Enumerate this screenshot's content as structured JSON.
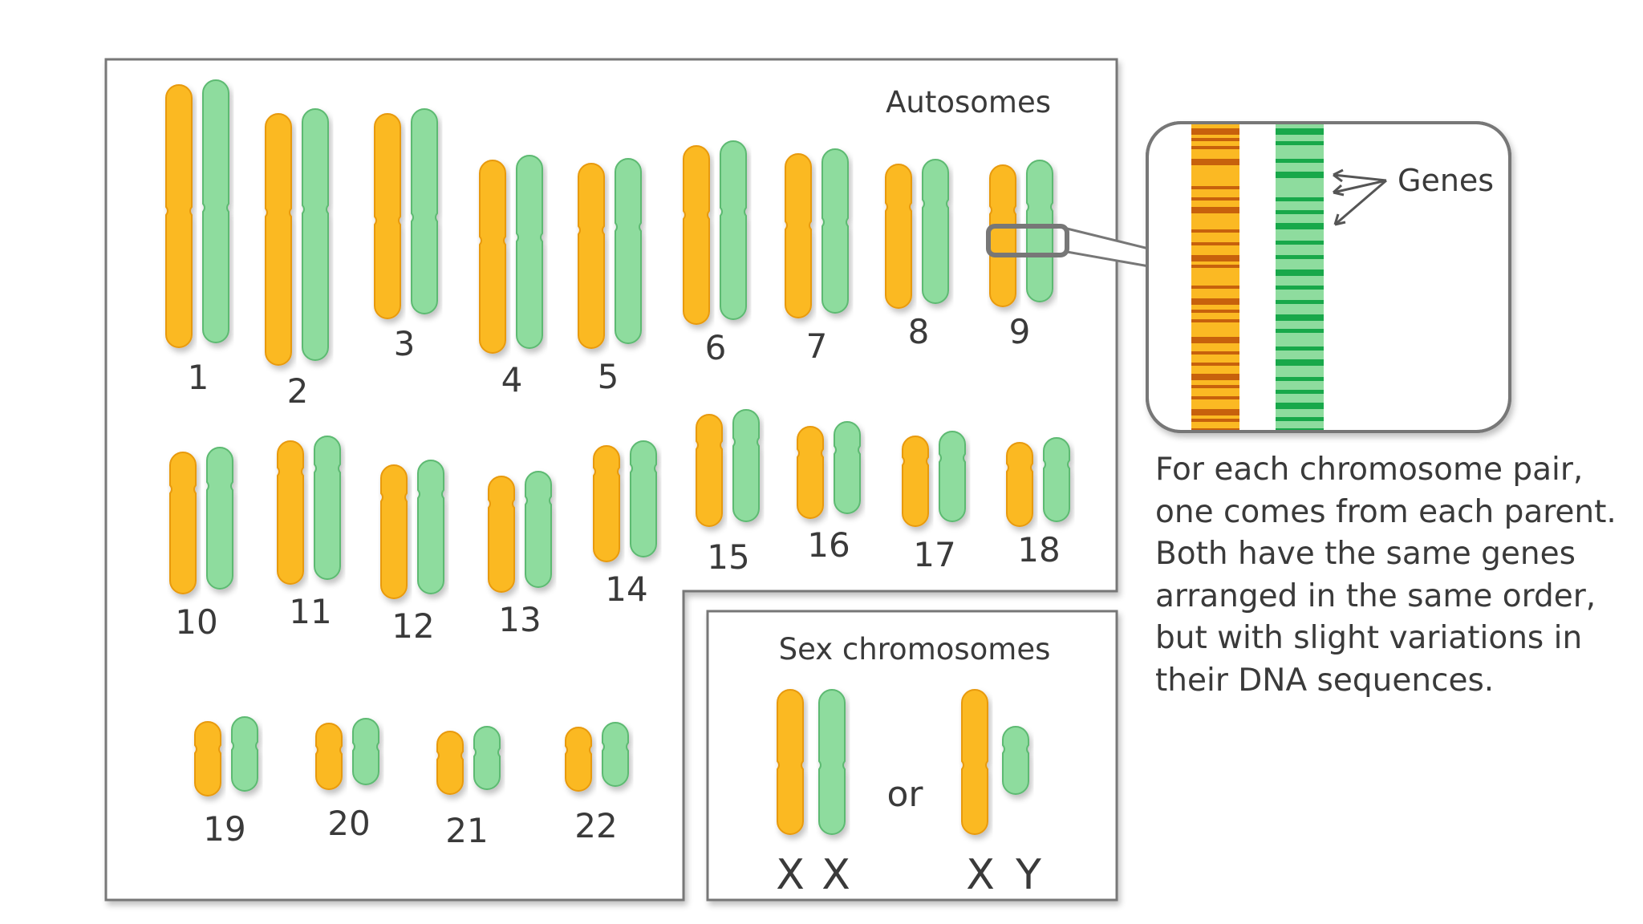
{
  "colors": {
    "maternal": "#fbb923",
    "maternal_edge": "#e89a10",
    "maternal_band": "#c7610c",
    "paternal": "#8edc9e",
    "paternal_edge": "#5dba72",
    "paternal_band": "#18a84a",
    "frame": "#777777",
    "text": "#3a3a3a"
  },
  "autosomes": {
    "title": "Autosomes",
    "pairs": [
      {
        "label": "1"
      },
      {
        "label": "2"
      },
      {
        "label": "3"
      },
      {
        "label": "4"
      },
      {
        "label": "5"
      },
      {
        "label": "6"
      },
      {
        "label": "7"
      },
      {
        "label": "8"
      },
      {
        "label": "9"
      },
      {
        "label": "10"
      },
      {
        "label": "11"
      },
      {
        "label": "12"
      },
      {
        "label": "13"
      },
      {
        "label": "14"
      },
      {
        "label": "15"
      },
      {
        "label": "16"
      },
      {
        "label": "17"
      },
      {
        "label": "18"
      },
      {
        "label": "19"
      },
      {
        "label": "20"
      },
      {
        "label": "21"
      },
      {
        "label": "22"
      }
    ]
  },
  "sex_chromosomes": {
    "title": "Sex chromosomes",
    "connector": "or",
    "female": {
      "label_left": "X",
      "label_right": "X"
    },
    "male": {
      "label_left": "X",
      "label_right": "Y"
    }
  },
  "callout": {
    "genes_label": "Genes"
  },
  "caption": "For each chromosome pair, one comes from each parent. Both have the same genes arranged in the same order, but with slight variations in their DNA sequences."
}
